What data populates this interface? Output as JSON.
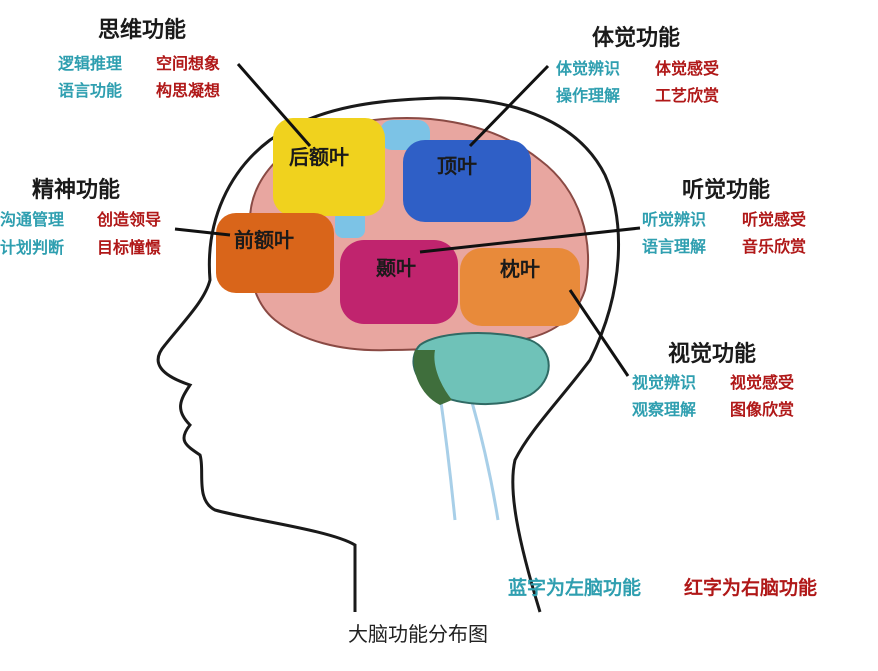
{
  "thinking": {
    "title": "思维功能",
    "left": [
      "逻辑推理",
      "语言功能"
    ],
    "right": [
      "空间想象",
      "构思凝想"
    ]
  },
  "somato": {
    "title": "体觉功能",
    "left": [
      "体觉辨识",
      "操作理解"
    ],
    "right": [
      "体觉感受",
      "工艺欣赏"
    ]
  },
  "spirit": {
    "title": "精神功能",
    "left": [
      "沟通管理",
      "计划判断"
    ],
    "right": [
      "创造领导",
      "目标憧憬"
    ]
  },
  "hearing": {
    "title": "听觉功能",
    "left": [
      "听觉辨识",
      "语言理解"
    ],
    "right": [
      "听觉感受",
      "音乐欣赏"
    ]
  },
  "vision": {
    "title": "视觉功能",
    "left": [
      "视觉辨识",
      "观察理解"
    ],
    "right": [
      "视觉感受",
      "图像欣赏"
    ]
  },
  "lobes": {
    "posterior_frontal": "后额叶",
    "parietal": "顶叶",
    "prefrontal": "前额叶",
    "temporal": "颞叶",
    "occipital": "枕叶"
  },
  "legend": {
    "blue": "蓝字为左脑功能",
    "red": "红字为右脑功能"
  },
  "caption": "大脑功能分布图",
  "colors": {
    "left_brain": "#2f9fb0",
    "right_brain": "#b01818",
    "posterior_frontal": "#f0d21e",
    "parietal": "#2f5fc6",
    "prefrontal": "#d9651a",
    "temporal": "#c0246e",
    "occipital": "#e88a3a"
  }
}
